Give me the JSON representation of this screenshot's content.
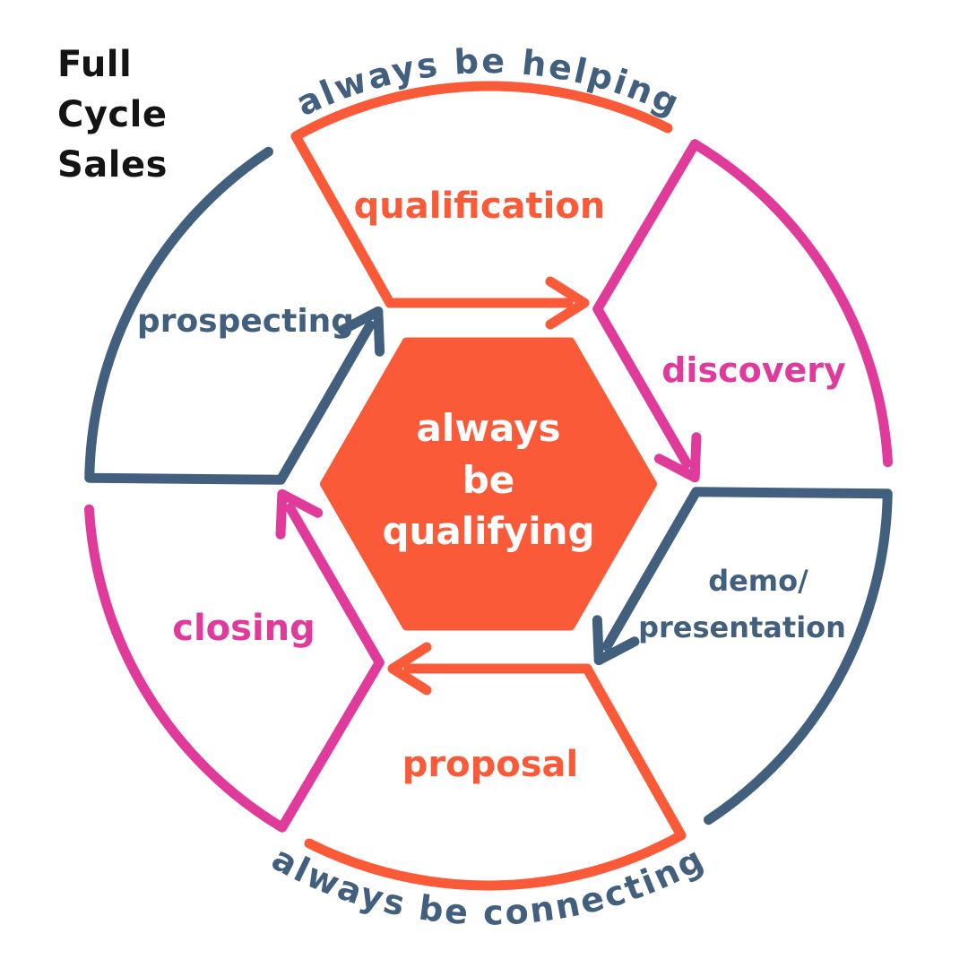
{
  "title": {
    "lines": [
      "Full",
      "Cycle",
      "Sales"
    ]
  },
  "curved_labels": {
    "top": "always be helping",
    "bottom": "always be connecting"
  },
  "center_hexagon": {
    "lines": [
      "always",
      "be",
      "qualifying"
    ]
  },
  "stages": [
    {
      "label": "qualification",
      "color_name": "orange"
    },
    {
      "label": "discovery",
      "color_name": "pink"
    },
    {
      "label": "demo/",
      "label_line2": "presentation",
      "color_name": "slate"
    },
    {
      "label": "proposal",
      "color_name": "orange"
    },
    {
      "label": "closing",
      "color_name": "pink"
    },
    {
      "label": "prospecting",
      "color_name": "slate"
    }
  ],
  "colors": {
    "orange": "#FA5A38",
    "pink": "#E03A9B",
    "slate": "#42607E",
    "title-text": "#141414",
    "hexagon-text": "#FFFFFF",
    "background": "#FFFFFF"
  }
}
